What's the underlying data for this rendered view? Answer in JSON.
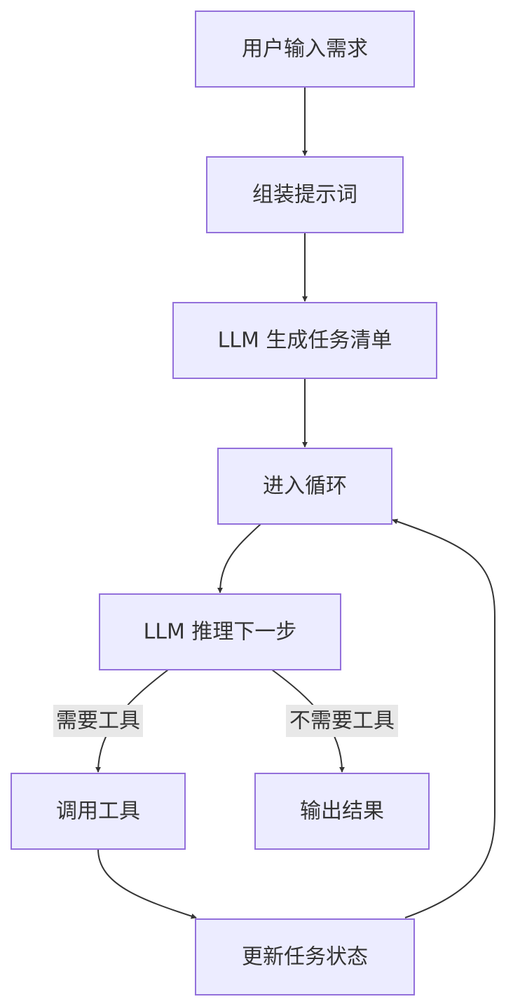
{
  "diagram": {
    "type": "flowchart",
    "colors": {
      "node_fill": "#ECECFF",
      "node_stroke": "#9370DB",
      "edge": "#333333",
      "label_background": "#E8E8E8",
      "text": "#333333"
    },
    "nodes": [
      {
        "id": "user_input",
        "label": "用户输入需求"
      },
      {
        "id": "assemble_prompt",
        "label": "组装提示词"
      },
      {
        "id": "llm_task_list",
        "label": "LLM 生成任务清单"
      },
      {
        "id": "enter_loop",
        "label": "进入循环"
      },
      {
        "id": "llm_reason",
        "label": "LLM 推理下一步"
      },
      {
        "id": "call_tool",
        "label": "调用工具"
      },
      {
        "id": "output_result",
        "label": "输出结果"
      },
      {
        "id": "update_status",
        "label": "更新任务状态"
      }
    ],
    "edges": [
      {
        "from": "user_input",
        "to": "assemble_prompt",
        "label": ""
      },
      {
        "from": "assemble_prompt",
        "to": "llm_task_list",
        "label": ""
      },
      {
        "from": "llm_task_list",
        "to": "enter_loop",
        "label": ""
      },
      {
        "from": "enter_loop",
        "to": "llm_reason",
        "label": ""
      },
      {
        "from": "llm_reason",
        "to": "call_tool",
        "label": "需要工具"
      },
      {
        "from": "llm_reason",
        "to": "output_result",
        "label": "不需要工具"
      },
      {
        "from": "call_tool",
        "to": "update_status",
        "label": ""
      },
      {
        "from": "update_status",
        "to": "enter_loop",
        "label": ""
      }
    ]
  }
}
